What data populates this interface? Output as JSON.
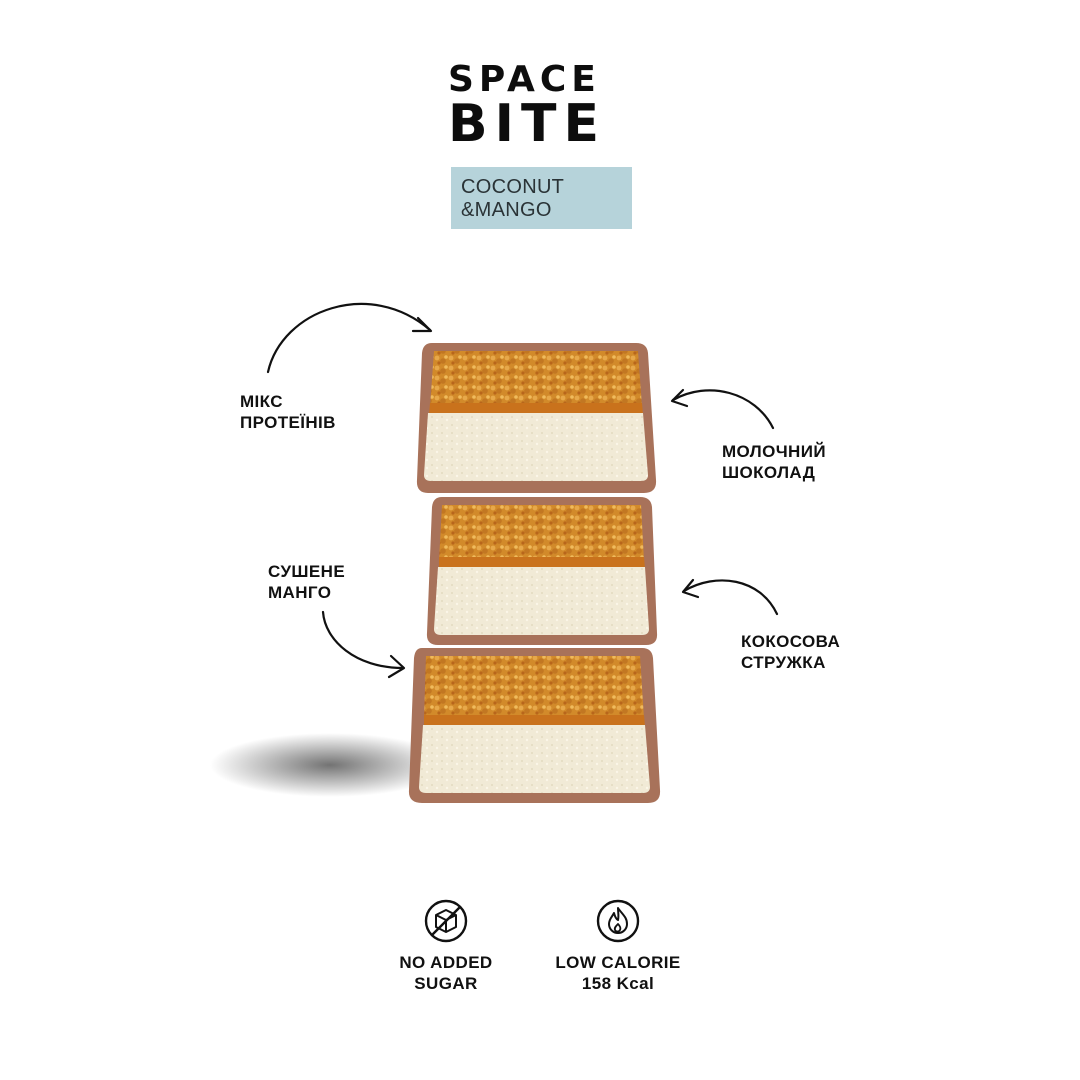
{
  "brand": {
    "line1": "SPACE",
    "line2": "BITE"
  },
  "flavor": {
    "line1": "COCONUT",
    "line2": "&MANGO",
    "color": "#b6d3da"
  },
  "callouts": {
    "protein_mix": {
      "line1": "МІКС",
      "line2": "ПРОТЕЇНІВ"
    },
    "milk_chocolate": {
      "line1": "МОЛОЧНИЙ",
      "line2": "ШОКОЛАД"
    },
    "dried_mango": {
      "line1": "СУШЕНЕ",
      "line2": "МАНГО"
    },
    "coconut_flakes": {
      "line1": "КОКОСОВА",
      "line2": "СТРУЖКА"
    }
  },
  "badges": [
    {
      "icon": "sugar-cube-crossed-icon",
      "line1": "NO ADDED",
      "line2": "SUGAR"
    },
    {
      "icon": "flame-icon",
      "line1": "LOW CALORIE",
      "line2": "158 Kcal"
    }
  ],
  "colors": {
    "chocolate": "#a8725a",
    "filling": "#f1ead6",
    "crumble": "#d9952e"
  }
}
